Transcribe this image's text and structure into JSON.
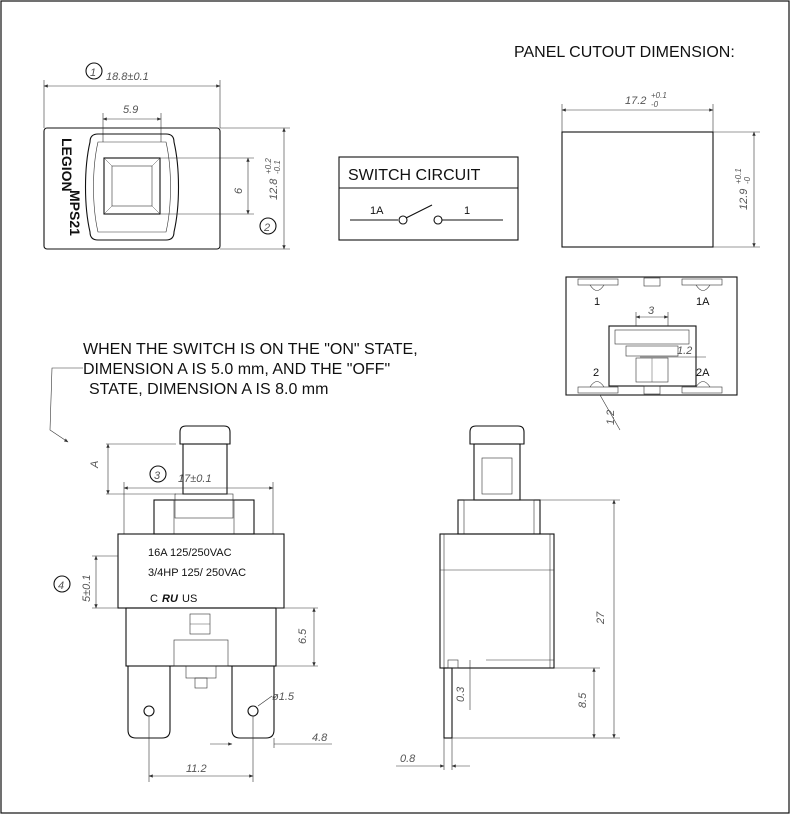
{
  "titles": {
    "panel_cutout": "PANEL CUTOUT DIMENSION:",
    "switch_circuit": "SWITCH CIRCUIT"
  },
  "brand": {
    "line1": "LEGION",
    "line2": "MPS21"
  },
  "circuit": {
    "left_terminal": "1A",
    "right_terminal": "1"
  },
  "note": {
    "line1": "WHEN THE SWITCH IS ON THE \"ON\" STATE,",
    "line2": "DIMENSION A IS 5.0 mm, AND THE \"OFF\"",
    "line3": "STATE, DIMENSION A IS 8.0 mm"
  },
  "callouts": {
    "c1": "1",
    "c2": "2",
    "c3": "3",
    "c4": "4"
  },
  "dims": {
    "width_top": "18.8±0.1",
    "button_w": "5.9",
    "button_h": "6",
    "height_right": "12.8",
    "height_right_tol_upper": "+0.2",
    "height_right_tol_lower": "-0.1",
    "cutout_w": "17.2",
    "cutout_w_tol_upper": "+0.1",
    "cutout_w_tol_lower": "-0",
    "cutout_h": "12.9",
    "cutout_h_tol_upper": "+0.1",
    "cutout_h_tol_lower": "-0",
    "rear_gap": "3",
    "rear_small": "1.2",
    "rear_bottom": "1.2",
    "dim_a": "A",
    "front_width": "17±0.1",
    "front_5": "5±0.1",
    "front_6_5": "6.5",
    "hole": "ø1.5",
    "tab_4_8": "4.8",
    "pitch": "11.2",
    "side_27": "27",
    "side_0_3": "0.3",
    "side_8_5": "8.5",
    "side_0_8": "0.8"
  },
  "rear_terminals": {
    "t1": "1",
    "t1a": "1A",
    "t2": "2",
    "t2a": "2A"
  },
  "rating": {
    "line1": "16A 125/250VAC",
    "line2": "3/4HP 125/ 250VAC",
    "cert_left": "C",
    "cert_mark": "RU",
    "cert_right": "US"
  }
}
